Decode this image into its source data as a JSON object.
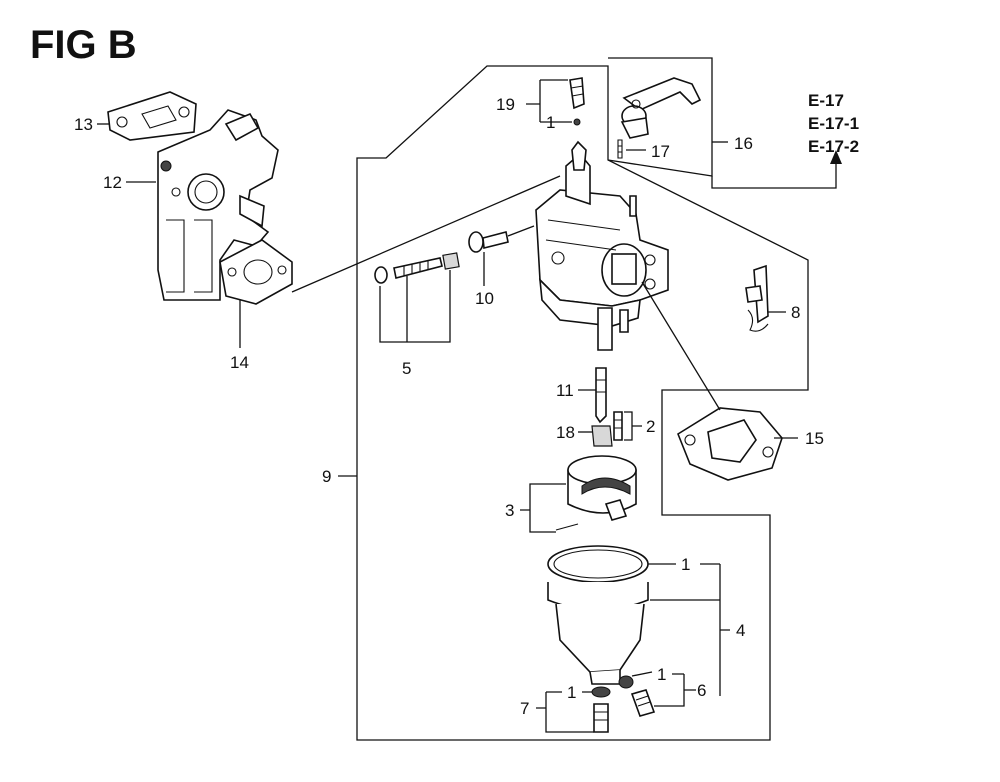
{
  "figure": {
    "title": "FIG B",
    "reference_codes": [
      "E-17",
      "E-17-1",
      "E-17-2"
    ]
  },
  "callouts": {
    "c13": "13",
    "c12": "12",
    "c14": "14",
    "c5": "5",
    "c10": "10",
    "c19": "19",
    "c19_1": "1",
    "c16": "16",
    "c17": "17",
    "c8": "8",
    "c15": "15",
    "c11": "11",
    "c18": "18",
    "c2": "2",
    "c3": "3",
    "c9": "9",
    "c4_1": "1",
    "c4": "4",
    "c6_1": "1",
    "c6": "6",
    "c7_1": "1",
    "c7": "7"
  }
}
